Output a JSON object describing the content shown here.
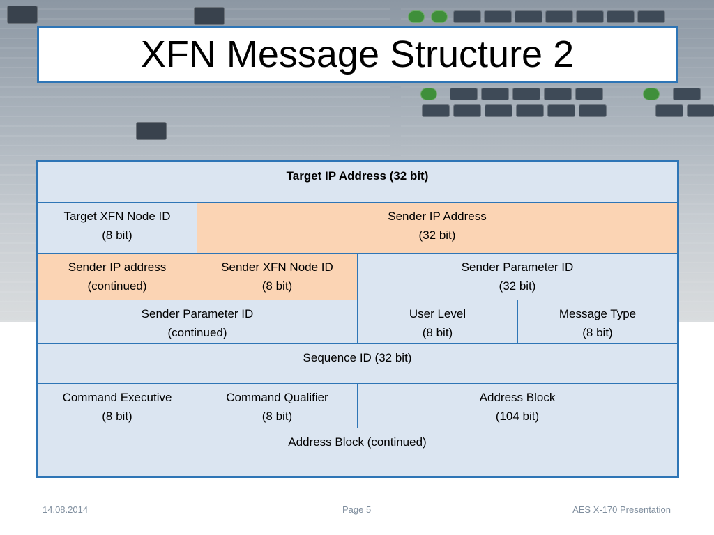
{
  "slide": {
    "title": "XFN Message Structure 2"
  },
  "table": {
    "rows": [
      [
        {
          "lines": [
            "Target IP Address  (32 bit)"
          ]
        }
      ],
      [
        {
          "lines": [
            "Target XFN Node ID",
            "(8 bit)"
          ]
        },
        {
          "lines": [
            "Sender IP Address",
            "(32 bit)"
          ]
        }
      ],
      [
        {
          "lines": [
            "Sender IP address",
            "(continued)"
          ]
        },
        {
          "lines": [
            "Sender XFN Node ID",
            "(8 bit)"
          ]
        },
        {
          "lines": [
            "Sender Parameter ID",
            "(32 bit)"
          ]
        }
      ],
      [
        {
          "lines": [
            "Sender Parameter ID",
            "(continued)"
          ]
        },
        {
          "lines": [
            "User Level",
            "(8 bit)"
          ]
        },
        {
          "lines": [
            "Message Type",
            "(8 bit)"
          ]
        }
      ],
      [
        {
          "lines": [
            "Sequence ID   (32 bit)"
          ]
        }
      ],
      [
        {
          "lines": [
            "Command Executive",
            "(8 bit)"
          ]
        },
        {
          "lines": [
            "Command Qualifier",
            "(8 bit)"
          ]
        },
        {
          "lines": [
            "Address Block",
            "(104 bit)"
          ]
        }
      ],
      [
        {
          "lines": [
            "Address Block (continued)"
          ]
        }
      ]
    ]
  },
  "footer": {
    "date": "14.08.2014",
    "page": "Page 5",
    "presentation": "AES X-170 Presentation"
  },
  "colors": {
    "accent_border": "#2e75b6",
    "cell_blue": "#dbe5f1",
    "cell_peach": "#fbd4b4"
  }
}
